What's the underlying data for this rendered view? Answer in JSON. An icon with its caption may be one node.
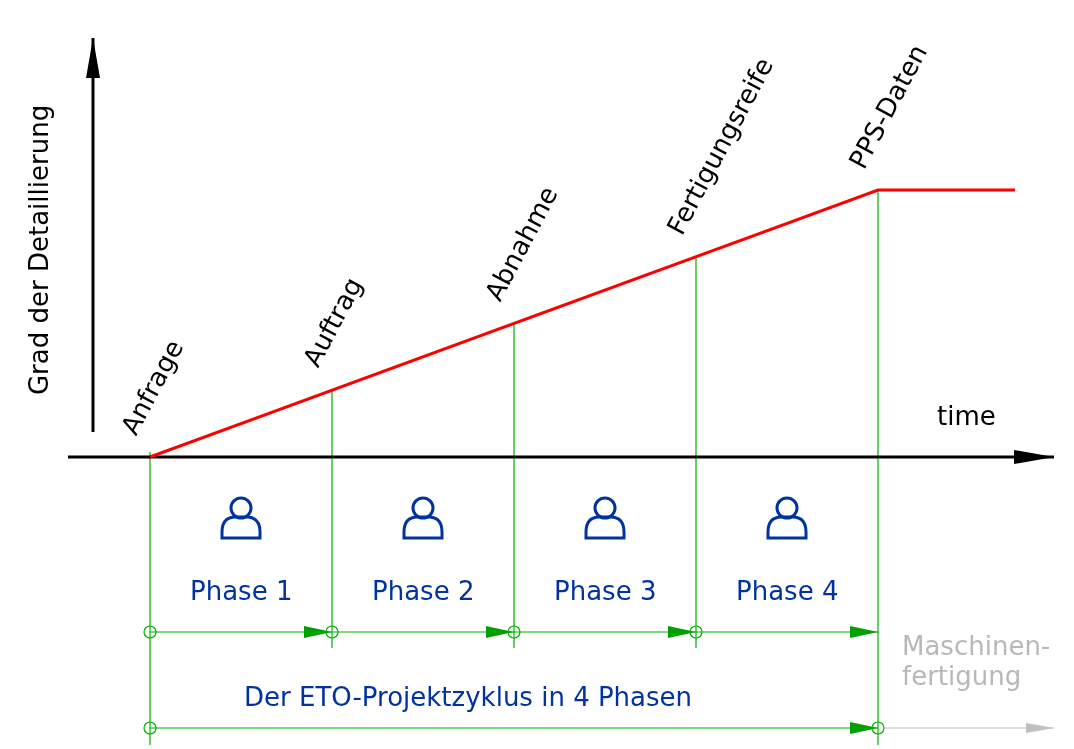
{
  "diagram": {
    "labels": [
      "Grad der Detaillierung",
      "Anfrage",
      "Auftrag",
      "Abnahme",
      "Fertigungsreife",
      "PPS-Daten",
      "time",
      "Phase 1",
      "Phase 2",
      "Phase 3",
      "Phase 4",
      "Maschinen- fertigung",
      "Der ETO-Projektzyklus in 4 Phasen"
    ]
  }
}
